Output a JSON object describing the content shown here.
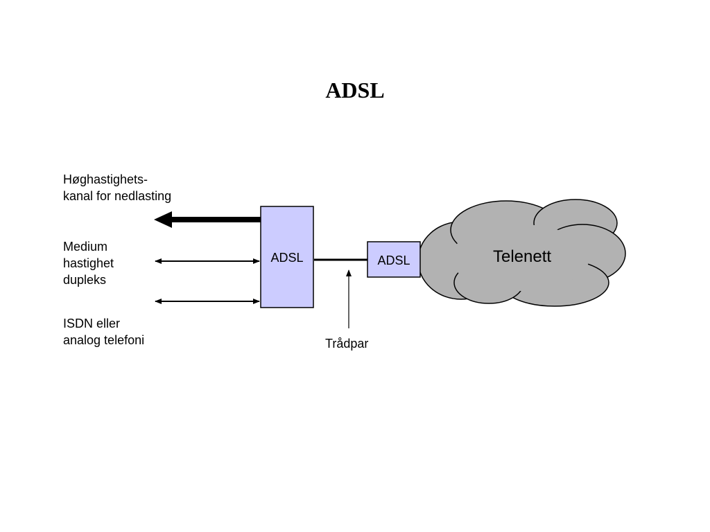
{
  "slide": {
    "title": "ADSL"
  },
  "labels": {
    "high_speed": [
      "Høghastighets-",
      "kanal for nedlasting"
    ],
    "medium_speed": [
      "Medium",
      "hastighet",
      "dupleks"
    ],
    "isdn": [
      "ISDN eller",
      "analog telefoni"
    ],
    "wire_pair": "Trådpar"
  },
  "boxes": {
    "customer_modem": "ADSL",
    "network_modem": "ADSL"
  },
  "cloud": {
    "label": "Telenett"
  },
  "colors": {
    "modem_fill": "#ccccff",
    "cloud_fill": "#b2b2b2",
    "line": "#000000"
  }
}
